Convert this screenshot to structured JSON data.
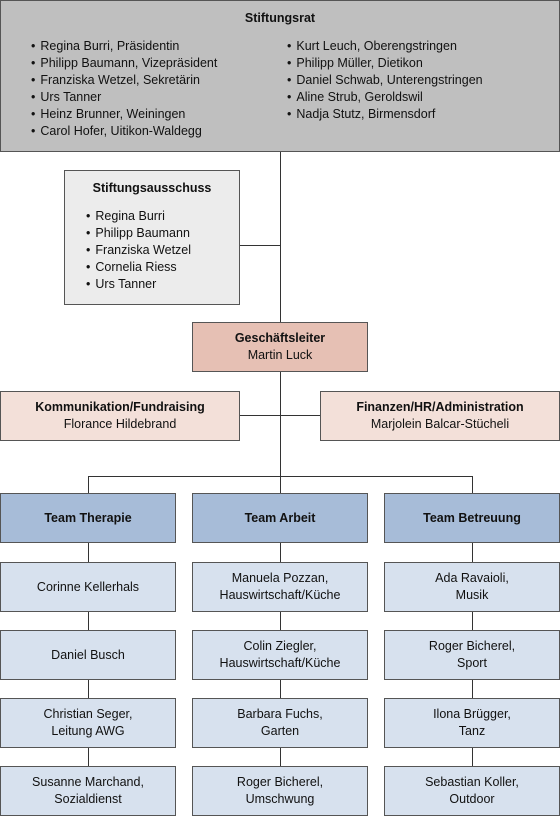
{
  "stiftungsrat": {
    "title": "Stiftungsrat",
    "left_members": [
      "Regina Burri, Präsidentin",
      "Philipp Baumann, Vizepräsident",
      "Franziska Wetzel, Sekretärin",
      "Urs Tanner",
      "Heinz Brunner, Weiningen",
      "Carol Hofer, Uitikon-Waldegg"
    ],
    "right_members": [
      "Kurt Leuch, Oberengstringen",
      "Philipp Müller, Dietikon",
      "Daniel Schwab, Unterengstringen",
      "Aline Strub, Geroldswil",
      "Nadja Stutz, Birmensdorf"
    ]
  },
  "stiftungsausschuss": {
    "title": "Stiftungsausschuss",
    "members": [
      "Regina Burri",
      "Philipp Baumann",
      "Franziska Wetzel",
      "Cornelia Riess",
      "Urs Tanner"
    ]
  },
  "geschaeftsleiter": {
    "title": "Geschäftsleiter",
    "name": "Martin Luck"
  },
  "kommunikation": {
    "title": "Kommunikation/Fundraising",
    "name": "Florance Hildebrand"
  },
  "finanzen": {
    "title": "Finanzen/HR/Administration",
    "name": "Marjolein Balcar-Stücheli"
  },
  "teams": [
    {
      "title": "Team Therapie",
      "members": [
        [
          "Corinne Kellerhals"
        ],
        [
          "Daniel Busch"
        ],
        [
          "Christian Seger,",
          "Leitung AWG"
        ],
        [
          "Susanne Marchand,",
          "Sozialdienst"
        ]
      ]
    },
    {
      "title": "Team Arbeit",
      "members": [
        [
          "Manuela Pozzan,",
          "Hauswirtschaft/Küche"
        ],
        [
          "Colin Ziegler,",
          "Hauswirtschaft/Küche"
        ],
        [
          "Barbara Fuchs,",
          "Garten"
        ],
        [
          "Roger Bicherel,",
          "Umschwung"
        ]
      ]
    },
    {
      "title": "Team Betreuung",
      "members": [
        [
          "Ada Ravaioli,",
          "Musik"
        ],
        [
          "Roger Bicherel,",
          "Sport"
        ],
        [
          "Ilona Brügger,",
          "Tanz"
        ],
        [
          "Sebastian Koller,",
          "Outdoor"
        ]
      ]
    }
  ]
}
